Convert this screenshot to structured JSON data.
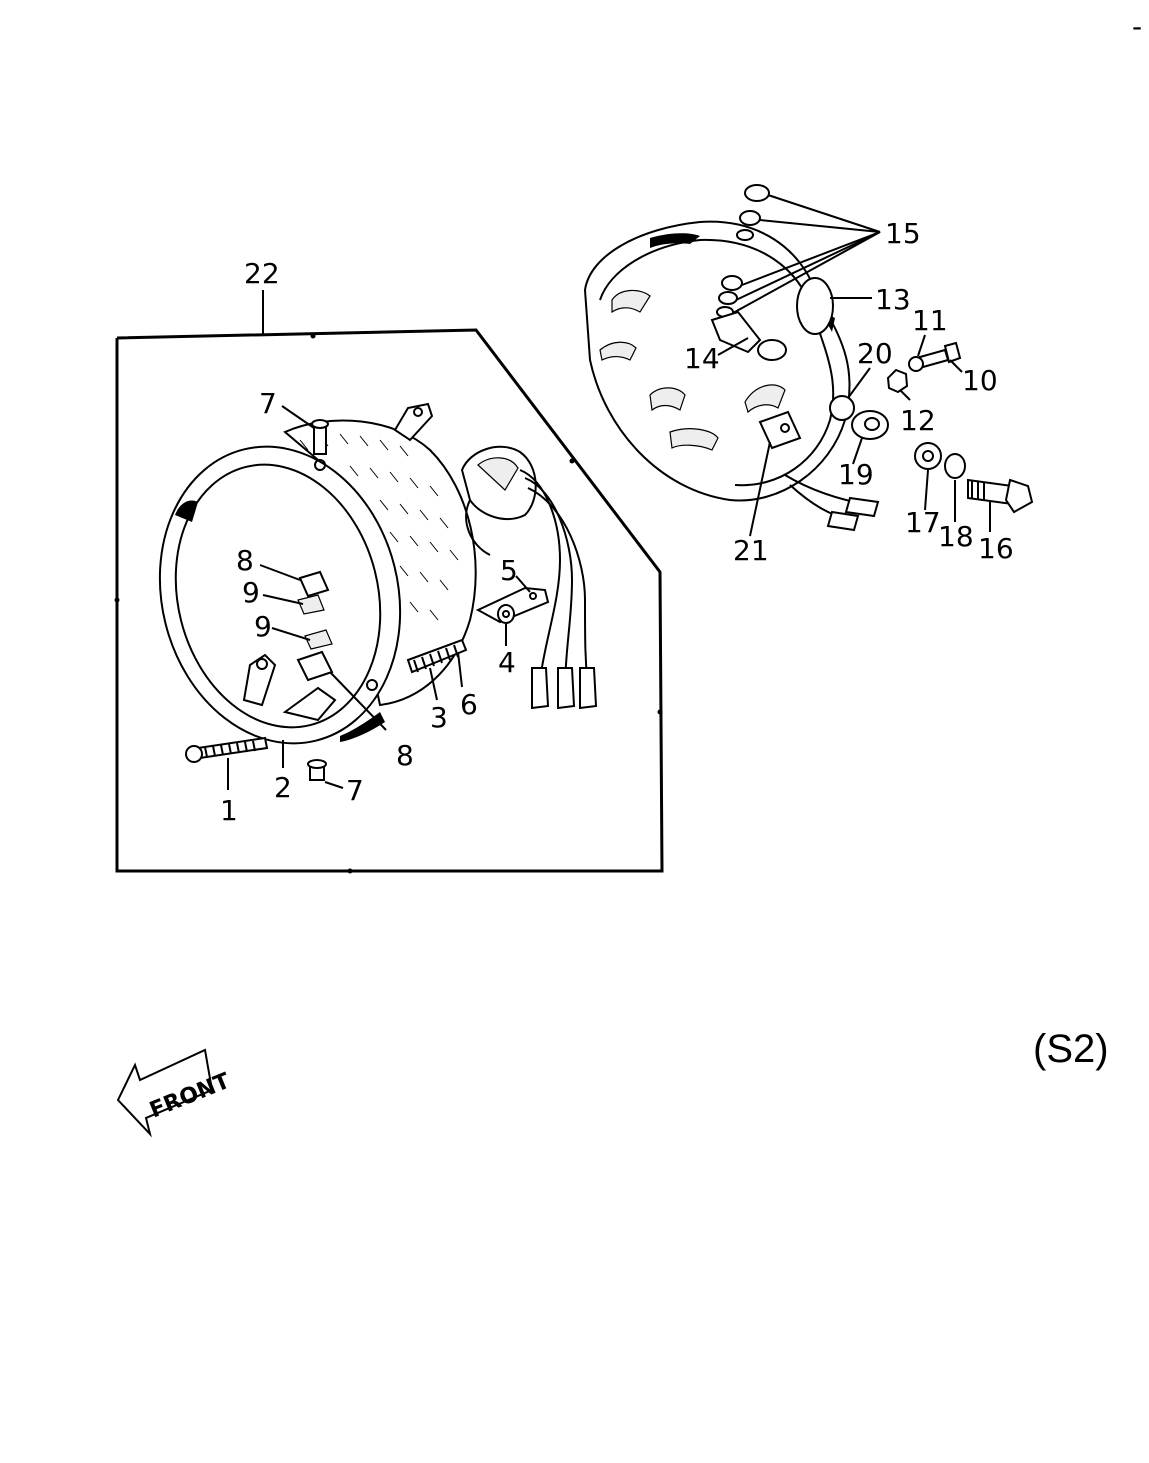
{
  "diagram": {
    "edition_code": "(S2)",
    "front_label": "FRONT",
    "corner_mark": "-",
    "callouts": [
      {
        "id": "c1",
        "text": "1"
      },
      {
        "id": "c2",
        "text": "2"
      },
      {
        "id": "c3",
        "text": "3"
      },
      {
        "id": "c4",
        "text": "4"
      },
      {
        "id": "c5",
        "text": "5"
      },
      {
        "id": "c6",
        "text": "6"
      },
      {
        "id": "c7a",
        "text": "7"
      },
      {
        "id": "c7b",
        "text": "7"
      },
      {
        "id": "c8a",
        "text": "8"
      },
      {
        "id": "c8b",
        "text": "8"
      },
      {
        "id": "c9a",
        "text": "9"
      },
      {
        "id": "c9b",
        "text": "9"
      },
      {
        "id": "c10",
        "text": "10"
      },
      {
        "id": "c11",
        "text": "11"
      },
      {
        "id": "c12",
        "text": "12"
      },
      {
        "id": "c13",
        "text": "13"
      },
      {
        "id": "c14",
        "text": "14"
      },
      {
        "id": "c15",
        "text": "15"
      },
      {
        "id": "c16",
        "text": "16"
      },
      {
        "id": "c17",
        "text": "17"
      },
      {
        "id": "c18",
        "text": "18"
      },
      {
        "id": "c19",
        "text": "19"
      },
      {
        "id": "c20",
        "text": "20"
      },
      {
        "id": "c21",
        "text": "21"
      },
      {
        "id": "c22",
        "text": "22"
      }
    ]
  }
}
